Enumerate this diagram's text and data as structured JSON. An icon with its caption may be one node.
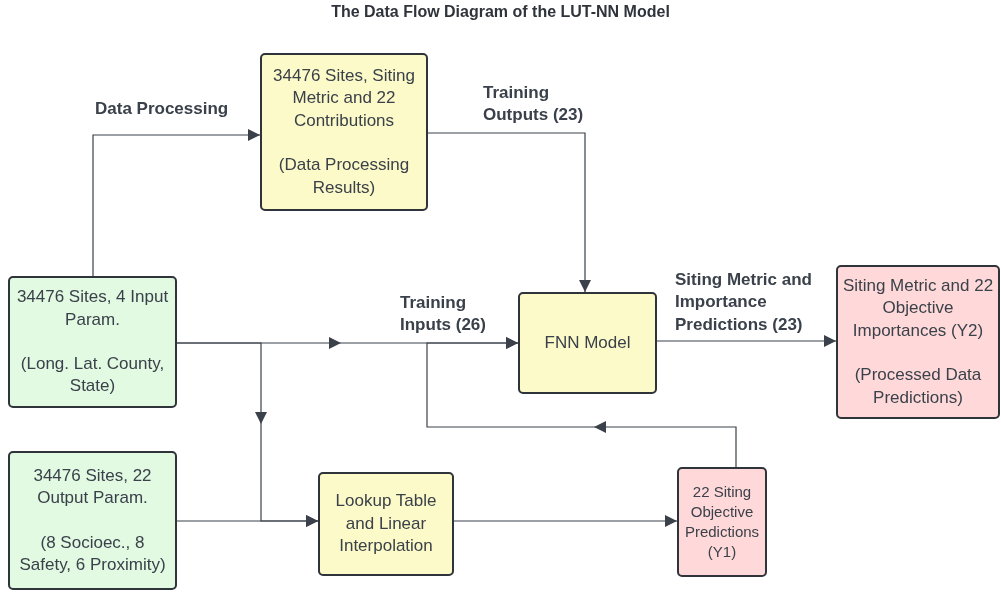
{
  "diagram": {
    "title": "The Data Flow Diagram of the LUT-NN Model",
    "nodes": [
      {
        "text": [
          "34476 Sites, 4 Input Param.",
          "(Long. Lat. County, State)"
        ]
      },
      {
        "text": [
          "34476 Sites, Siting Metric and 22 Contributions",
          "(Data Processing Results)"
        ]
      },
      {
        "text": [
          "34476 Sites, 22 Output Param.",
          "(8 Socioec., 8 Safety, 6 Proximity)"
        ]
      },
      {
        "text": [
          "FNN Model"
        ]
      },
      {
        "text": [
          "Siting Metric and 22 Objective Importances (Y2)",
          "(Processed Data Predictions)"
        ]
      },
      {
        "text": [
          "Lookup Table and Linear Interpolation"
        ]
      },
      {
        "text": [
          "22 Siting Objective Predictions (Y1)"
        ]
      }
    ],
    "edges": [
      {
        "from": 0,
        "to": 1,
        "arrow": "to",
        "label": "Data Processing"
      },
      {
        "from": 1,
        "to": 3,
        "arrow": "to",
        "label": "Training Outputs (23)"
      },
      {
        "from": 0,
        "to": 3,
        "arrow": "to",
        "label": "Training Inputs (26)"
      },
      {
        "from": 0,
        "to": 5,
        "arrow": "to"
      },
      {
        "from": 2,
        "to": 5,
        "arrow": "to"
      },
      {
        "from": 5,
        "to": 6,
        "arrow": "to"
      },
      {
        "from": 6,
        "to": 3,
        "arrow": "to"
      },
      {
        "from": 3,
        "to": 4,
        "arrow": "to",
        "label": "Siting Metric and Importance Predictions (23)"
      }
    ]
  }
}
